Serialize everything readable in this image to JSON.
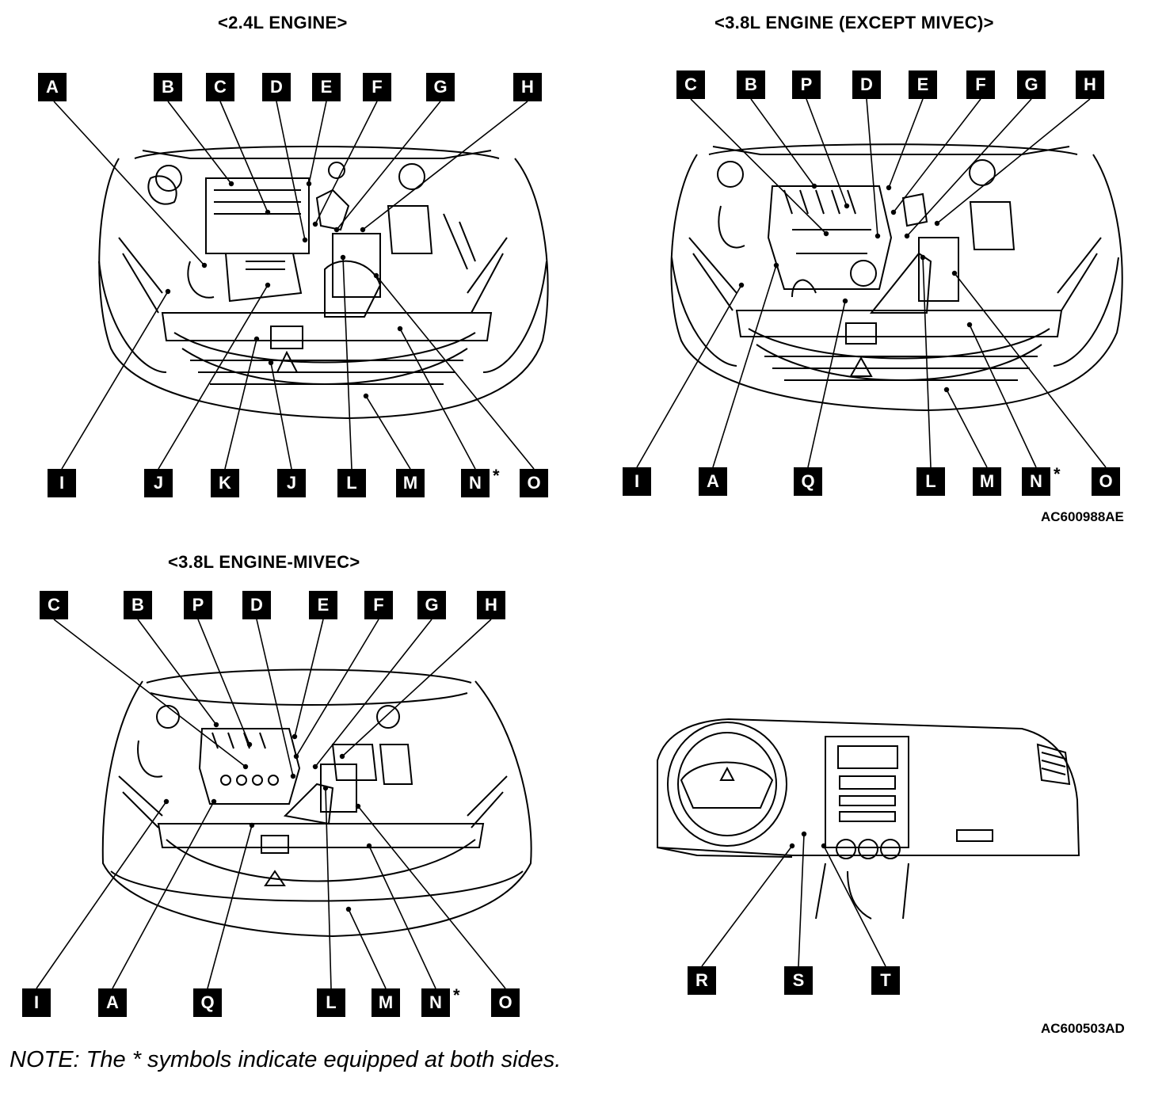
{
  "titles": {
    "engine_24": "<2.4L ENGINE>",
    "engine_38_except": "<3.8L ENGINE (EXCEPT MIVEC)>",
    "engine_38_mivec": "<3.8L ENGINE-MIVEC>"
  },
  "figure_codes": {
    "top": "AC600988AE",
    "bottom": "AC600503AD"
  },
  "note": "NOTE: The * symbols indicate equipped at both sides.",
  "asterisk": "*",
  "callouts": {
    "engine_24": {
      "top": [
        "A",
        "B",
        "C",
        "D",
        "E",
        "F",
        "G",
        "H"
      ],
      "bottom": [
        "I",
        "J",
        "K",
        "J",
        "L",
        "M",
        "N",
        "O"
      ]
    },
    "engine_38_except": {
      "top": [
        "C",
        "B",
        "P",
        "D",
        "E",
        "F",
        "G",
        "H"
      ],
      "bottom": [
        "I",
        "A",
        "Q",
        "L",
        "M",
        "N",
        "O"
      ]
    },
    "engine_38_mivec": {
      "top": [
        "C",
        "B",
        "P",
        "D",
        "E",
        "F",
        "G",
        "H"
      ],
      "bottom": [
        "I",
        "A",
        "Q",
        "L",
        "M",
        "N",
        "O"
      ]
    },
    "interior": {
      "bottom": [
        "R",
        "S",
        "T"
      ]
    }
  }
}
